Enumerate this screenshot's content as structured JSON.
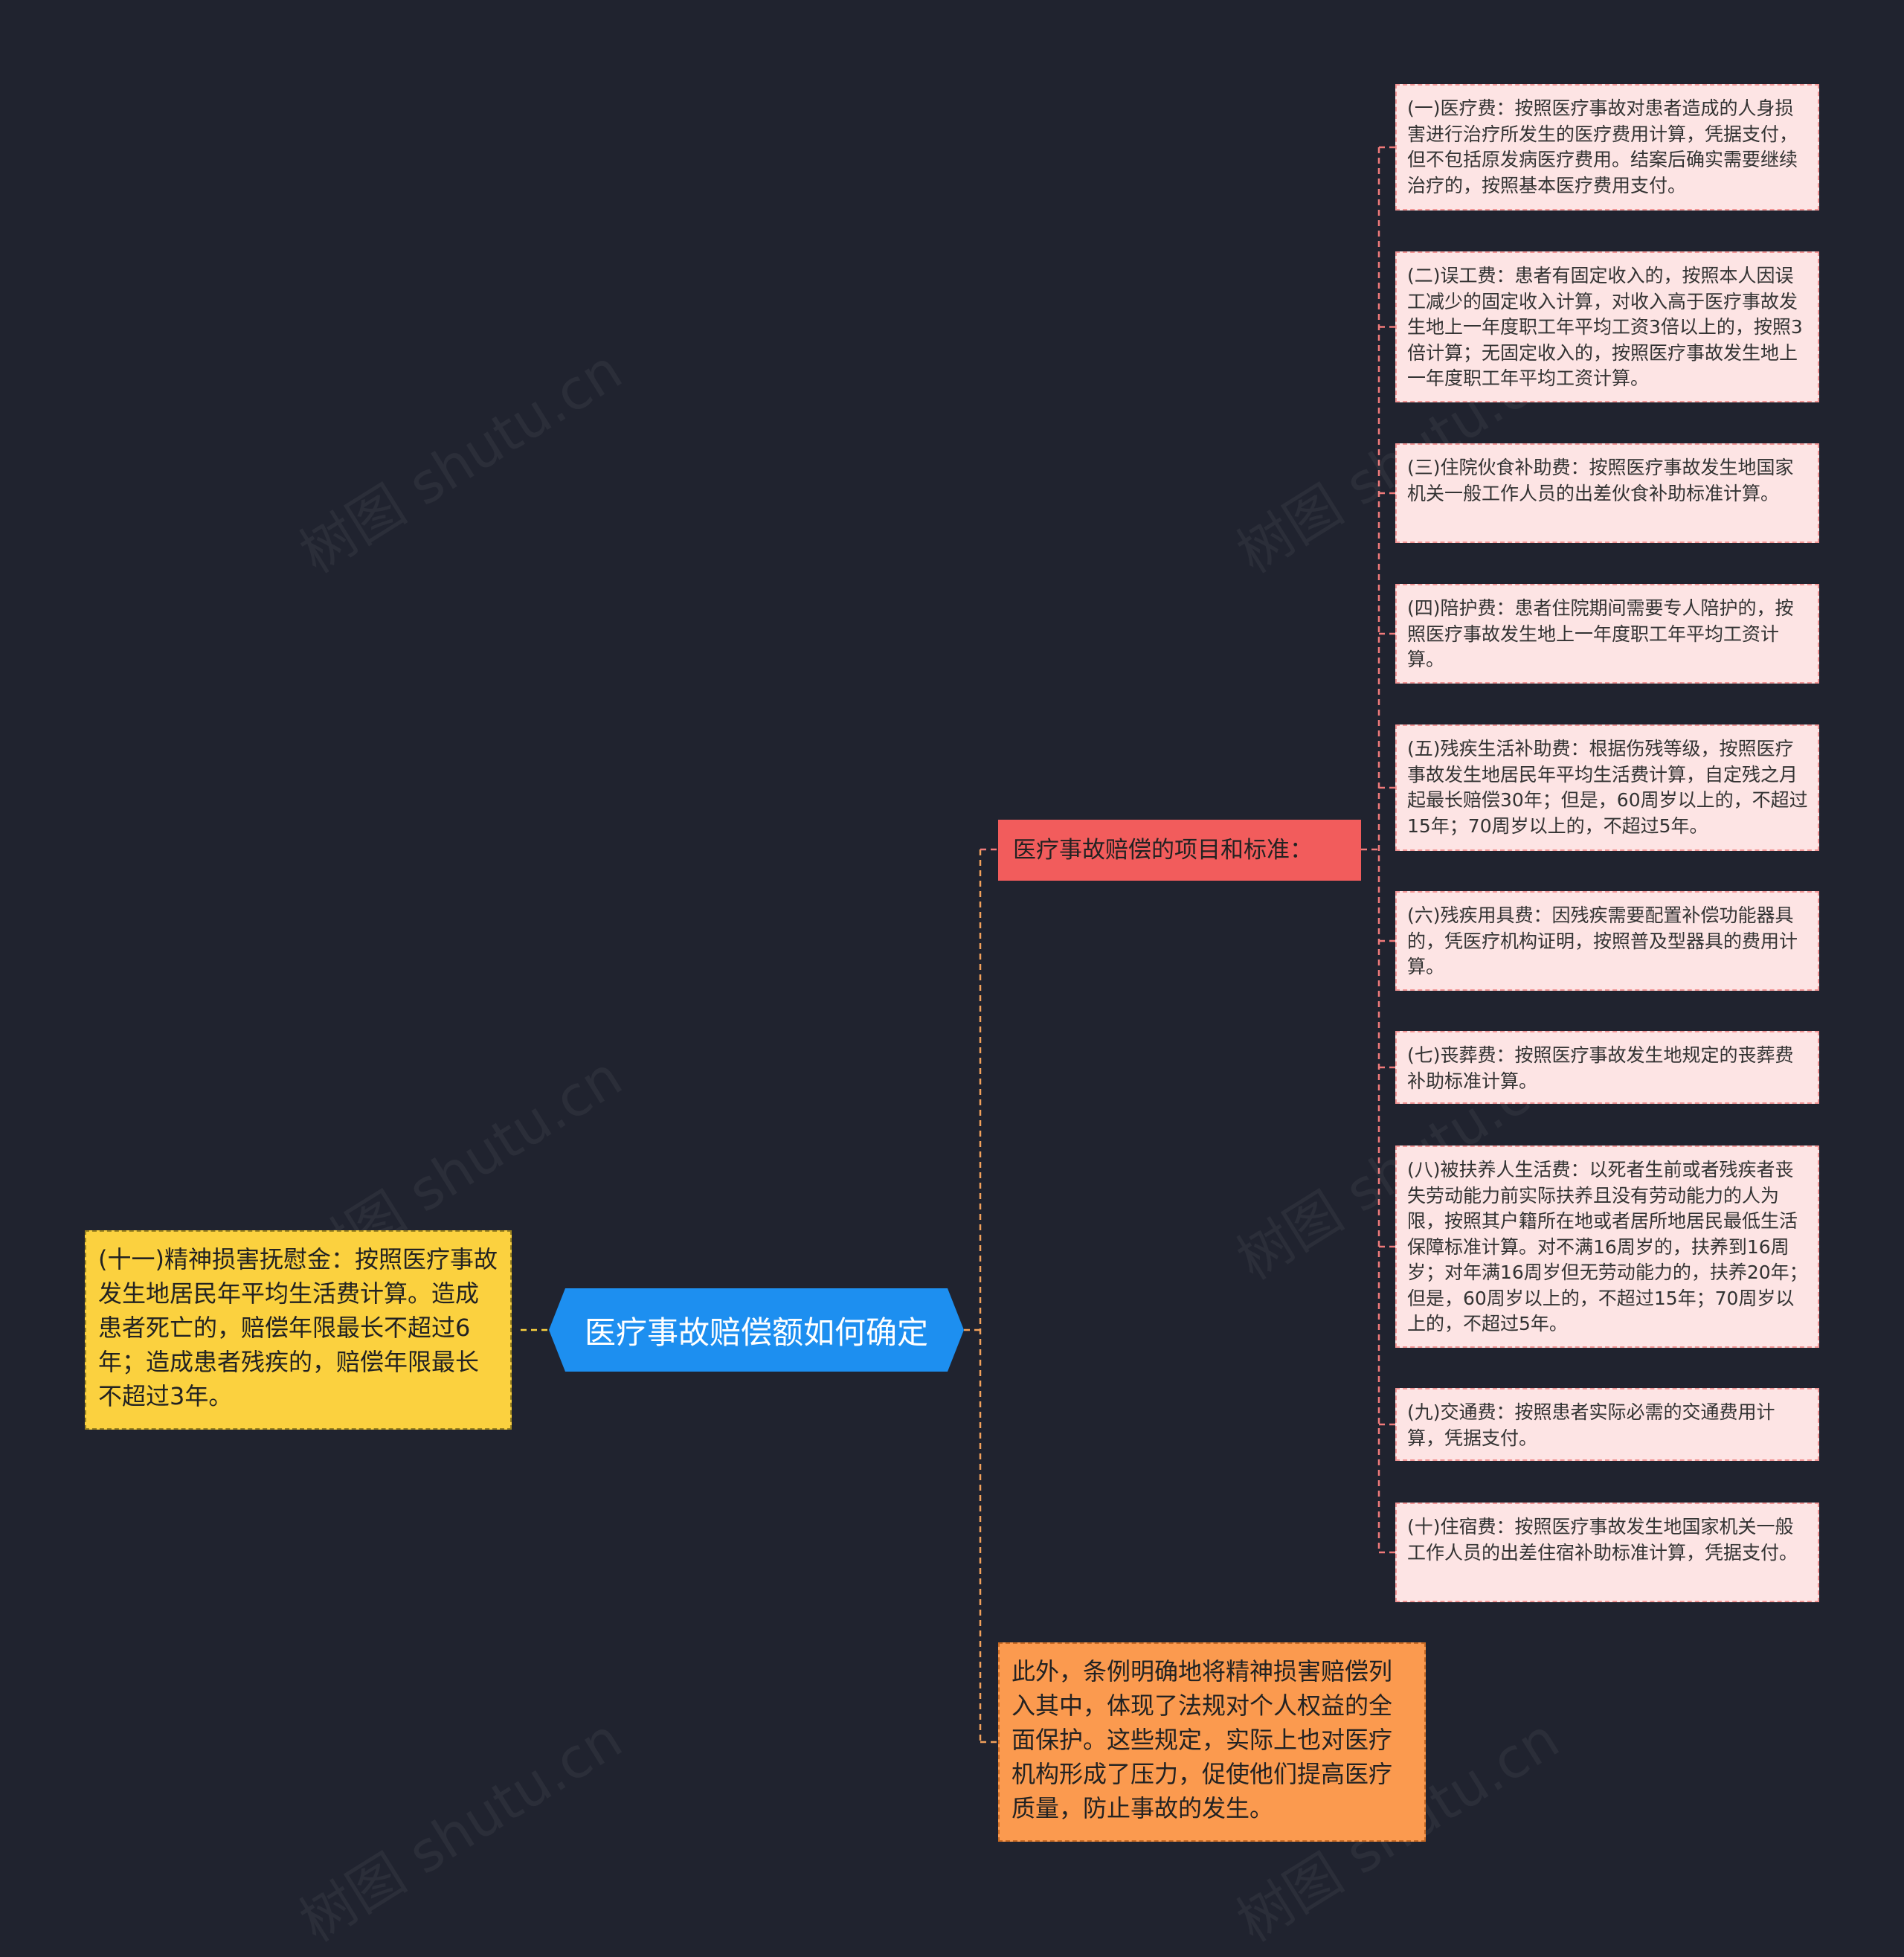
{
  "colors": {
    "background": "#20232f",
    "root": "#1d8ff0",
    "section": "#f25c5c",
    "leaf": "#fde4e4",
    "leaf_border": "#f29595",
    "yellow": "#fbd13f",
    "orange": "#fb9a4f",
    "link_red": "#f07a7a",
    "link_orange": "#f2a15b",
    "link_yellow": "#fbd13f"
  },
  "root": {
    "label": "医疗事故赔偿额如何确定"
  },
  "section": {
    "label": "医疗事故赔偿的项目和标准："
  },
  "items": [
    {
      "text": "(一)医疗费：按照医疗事故对患者造成的人身损害进行治疗所发生的医疗费用计算，凭据支付，但不包括原发病医疗费用。结案后确实需要继续治疗的，按照基本医疗费用支付。"
    },
    {
      "text": "(二)误工费：患者有固定收入的，按照本人因误工减少的固定收入计算，对收入高于医疗事故发生地上一年度职工年平均工资3倍以上的，按照3倍计算；无固定收入的，按照医疗事故发生地上一年度职工年平均工资计算。"
    },
    {
      "text": "(三)住院伙食补助费：按照医疗事故发生地国家机关一般工作人员的出差伙食补助标准计算。"
    },
    {
      "text": "(四)陪护费：患者住院期间需要专人陪护的，按照医疗事故发生地上一年度职工年平均工资计算。"
    },
    {
      "text": "(五)残疾生活补助费：根据伤残等级，按照医疗事故发生地居民年平均生活费计算，自定残之月起最长赔偿30年；但是，60周岁以上的，不超过15年；70周岁以上的，不超过5年。"
    },
    {
      "text": "(六)残疾用具费：因残疾需要配置补偿功能器具的，凭医疗机构证明，按照普及型器具的费用计算。"
    },
    {
      "text": "(七)丧葬费：按照医疗事故发生地规定的丧葬费补助标准计算。"
    },
    {
      "text": "(八)被扶养人生活费：以死者生前或者残疾者丧失劳动能力前实际扶养且没有劳动能力的人为限，按照其户籍所在地或者居所地居民最低生活保障标准计算。对不满16周岁的，扶养到16周岁；对年满16周岁但无劳动能力的，扶养20年；但是，60周岁以上的，不超过15年；70周岁以上的，不超过5年。"
    },
    {
      "text": "(九)交通费：按照患者实际必需的交通费用计算，凭据支付。"
    },
    {
      "text": "(十)住宿费：按照医疗事故发生地国家机关一般工作人员的出差住宿补助标准计算，凭据支付。"
    }
  ],
  "left_note": {
    "text": "(十一)精神损害抚慰金：按照医疗事故发生地居民年平均生活费计算。造成患者死亡的，赔偿年限最长不超过6年；造成患者残疾的，赔偿年限最长不超过3年。"
  },
  "bottom_note": {
    "text": "此外，条例明确地将精神损害赔偿列入其中，体现了法规对个人权益的全面保护。这些规定，实际上也对医疗机构形成了压力，促使他们提高医疗质量，防止事故的发生。"
  },
  "watermark": {
    "text": "树图 shutu.cn"
  }
}
